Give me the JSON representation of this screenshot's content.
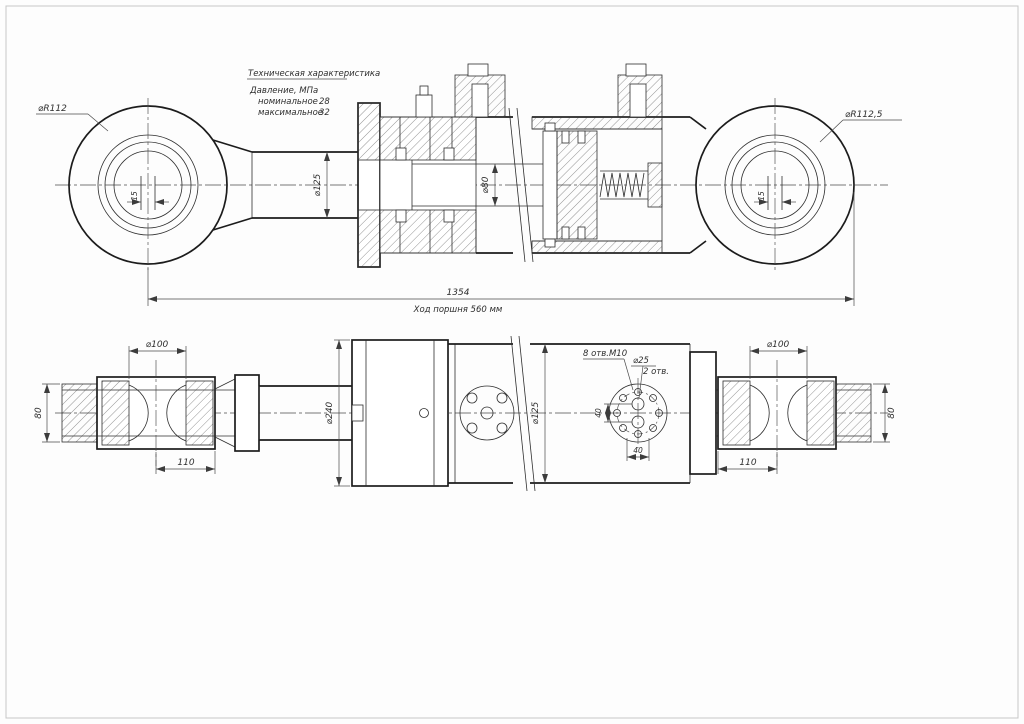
{
  "tech_spec": {
    "title": "Техническая характеристика",
    "pressure_label": "Давление, МПа",
    "nominal_label": "номинальное",
    "nominal_value": "28",
    "max_label": "максимальное",
    "max_value": "32"
  },
  "top_view": {
    "left_radius": "⌀R112",
    "right_radius": "⌀R112,5",
    "rod_dia": "⌀125",
    "inner_rod_dia": "⌀80",
    "left_pin_width": "15",
    "right_pin_width": "15",
    "overall_length": "1354",
    "stroke_note": "Ход поршня 560 мм"
  },
  "bottom_view": {
    "left_eye_dia": "⌀100",
    "left_pin_len": "80",
    "left_housing_len": "110",
    "head_dia": "⌀240",
    "tube_dia": "⌀125",
    "bolt_holes_note": "8 отв.М10",
    "port_dia": "⌀25",
    "port_count": "2 отв.",
    "port_spacing_v": "40",
    "port_spacing_h": "40",
    "right_eye_dia": "⌀100",
    "right_pin_len": "80",
    "right_housing_len": "110"
  }
}
